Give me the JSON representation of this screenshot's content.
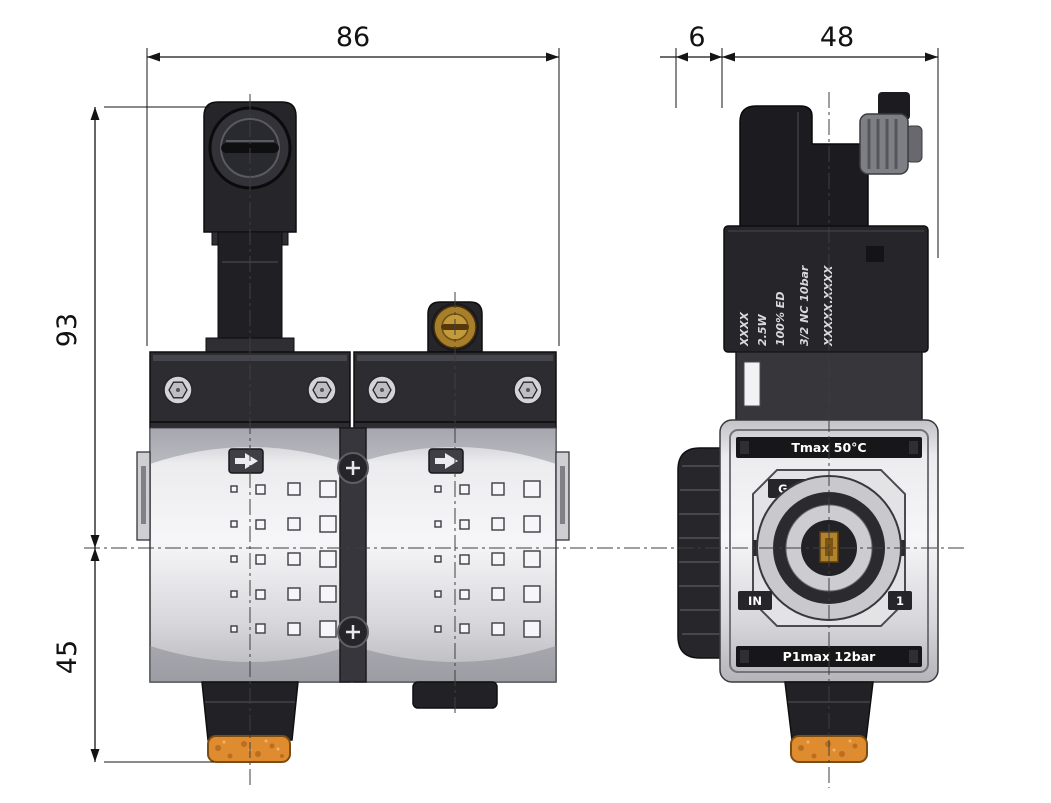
{
  "dimensions": {
    "front_width_mm": "86",
    "side_offset_mm": "6",
    "side_width_mm": "48",
    "upper_height_mm": "93",
    "lower_height_mm": "45"
  },
  "side_view_labels": {
    "coil_markings": [
      "XXXX",
      "2.5W",
      "100% ED",
      "3/2 NC 10bar",
      "XXXXX.XXXX"
    ],
    "temperature_rating": "Tmax 50°C",
    "thread_size": "G 1/4",
    "inlet_label": "IN",
    "outlet_label": "1",
    "pressure_rating": "P1max 12bar"
  },
  "palette": {
    "body_dark": "#26262a",
    "body_light": "#e9e9ec",
    "silencer_orange": "#df8c30",
    "brass": "#b0832c",
    "line": "#141414",
    "background": "#ffffff"
  }
}
